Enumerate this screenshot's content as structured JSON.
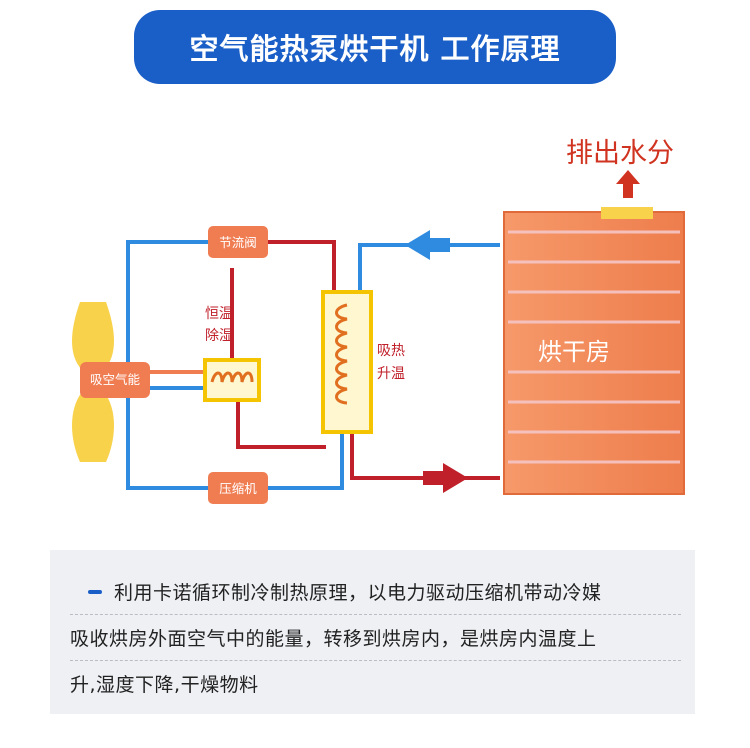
{
  "title": "空气能热泵烘干机 工作原理",
  "labels": {
    "exhaust": "排出水分",
    "throttle_valve": "节流阀",
    "constant_temp_dehumid": [
      "恒温",
      "除湿"
    ],
    "absorb_air_energy": "吸空气能",
    "absorb_heat_raise_temp": [
      "吸热",
      "升温"
    ],
    "compressor": "压缩机",
    "drying_room": "烘干房"
  },
  "description": {
    "line1": "利用卡诺循环制冷制热原理，以电力驱动压缩机带动冷媒",
    "line2": "吸收烘房外面空气中的能量，转移到烘房内，是烘房内温度上",
    "line3": "升,湿度下降,干燥物料"
  },
  "colors": {
    "banner": "#1a5fc7",
    "hot_pipe": "#c0202a",
    "cold_pipe": "#2f8be0",
    "label_box": "#f07d52",
    "coil": "#f5c400",
    "fan": "#f8d24a",
    "room": "#f28a59"
  }
}
